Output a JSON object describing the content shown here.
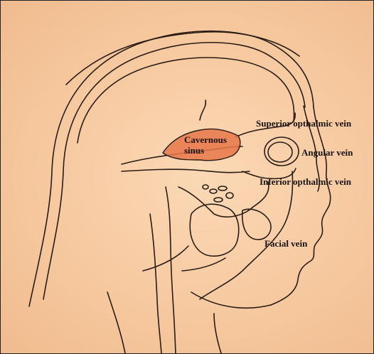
{
  "labels": {
    "cavernous_line1": "Cavernous",
    "cavernous_line2": "sinus",
    "superior_ophthalmic": "Superior opthalmic vein",
    "angular": "Angular vein",
    "inferior_ophthalmic": "Inferior opthalmic vein",
    "facial": "Facial vein"
  },
  "colors": {
    "paper": "#f7c9a0",
    "ink": "#2a1c14",
    "sinus_fill": "#e8774a"
  }
}
